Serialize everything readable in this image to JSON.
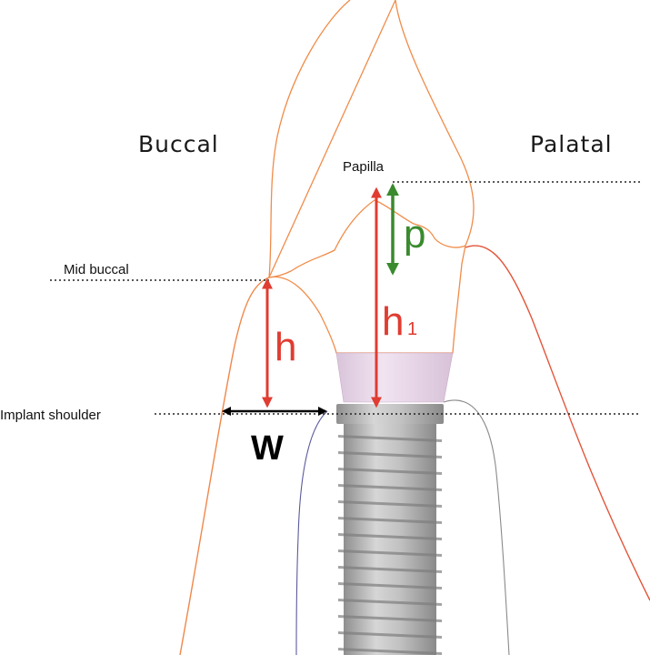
{
  "labels": {
    "buccal": "Buccal",
    "palatal": "Palatal",
    "papilla": "Papilla",
    "mid_buccal": "Mid buccal",
    "implant_shoulder": "Implant shoulder",
    "h": "h",
    "h1_main": "h",
    "h1_sub": "1",
    "p": "p",
    "w": "W"
  },
  "colors": {
    "red_arrow": "#e03c31",
    "green_arrow": "#3a8a2e",
    "tooth_outline": "#f08c4a",
    "gingiva_outline": "#e96a3c",
    "abutment": "#e6d3e6",
    "implant": "#b9b9b9",
    "dotted_line": "#222222"
  }
}
